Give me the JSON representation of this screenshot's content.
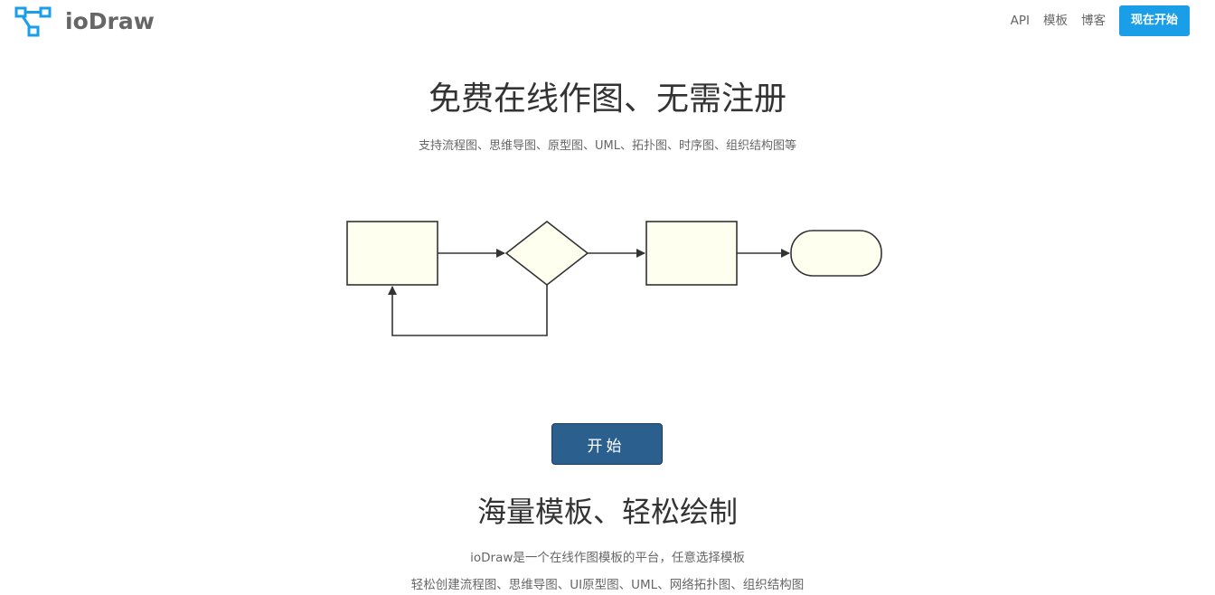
{
  "header": {
    "logo_text": "ioDraw",
    "nav": [
      {
        "label": "API"
      },
      {
        "label": "模板"
      },
      {
        "label": "博客"
      }
    ],
    "cta_label": "现在开始",
    "colors": {
      "logo_icon": "#1a9ee8",
      "cta_bg": "#1a9ee8"
    }
  },
  "hero": {
    "title": "免费在线作图、无需注册",
    "subtitle": "支持流程图、思维导图、原型图、UML、拓扑图、时序图、组织结构图等",
    "start_button": "开始",
    "start_button_color": "#2b5f8e"
  },
  "diagram": {
    "shape_fill": "#fffff0",
    "stroke": "#333333"
  },
  "templates_section": {
    "title": "海量模板、轻松绘制",
    "lines": [
      "ioDraw是一个在线作图模板的平台，任意选择模板",
      "轻松创建流程图、思维导图、UI原型图、UML、网络拓扑图、组织结构图"
    ]
  }
}
